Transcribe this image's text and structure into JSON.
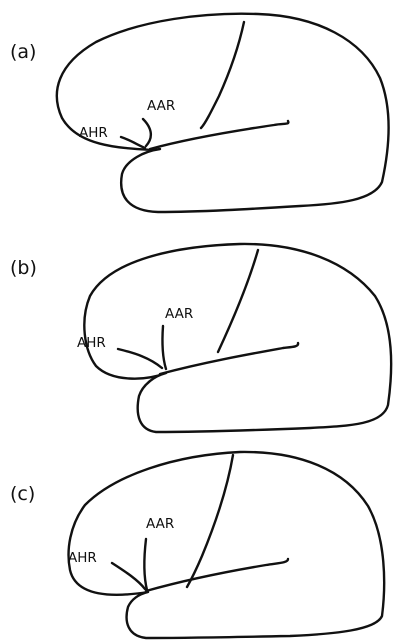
{
  "panels": [
    {
      "letter": "(a)",
      "labels": {
        "aar": "AAR",
        "ahr": "AHR"
      }
    },
    {
      "letter": "(b)",
      "labels": {
        "aar": "AAR",
        "ahr": "AHR"
      }
    },
    {
      "letter": "(c)",
      "labels": {
        "aar": "AAR",
        "ahr": "AHR"
      }
    }
  ],
  "colors": {
    "ink": "#111111",
    "background": "#ffffff"
  }
}
